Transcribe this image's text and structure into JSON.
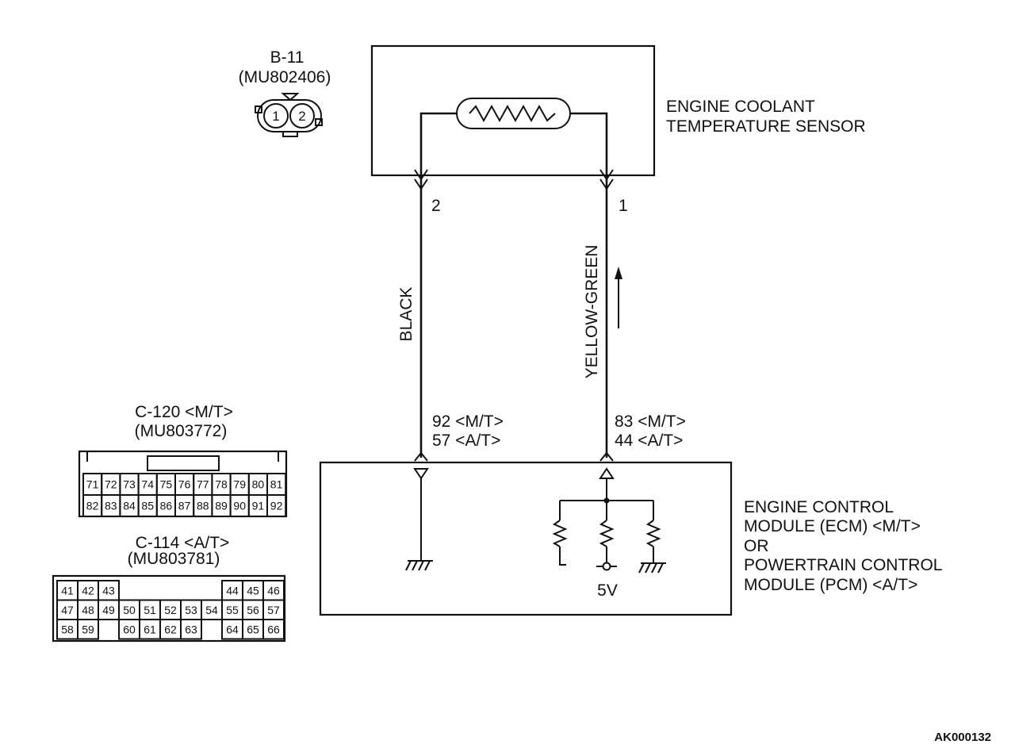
{
  "sensor_connector": {
    "id": "B-11",
    "part": "(MU802406)",
    "pin1": "1",
    "pin2": "2"
  },
  "sensor": {
    "line1": "ENGINE COOLANT",
    "line2": "TEMPERATURE SENSOR"
  },
  "wires": {
    "left": {
      "pin": "2",
      "color": "BLACK",
      "term_mt": "92 <M/T>",
      "term_at": "57 <A/T>"
    },
    "right": {
      "pin": "1",
      "color": "YELLOW-GREEN",
      "term_mt": "83 <M/T>",
      "term_at": "44 <A/T>"
    }
  },
  "module": {
    "line1": "ENGINE CONTROL",
    "line2": "MODULE (ECM) <M/T>",
    "line3": "OR",
    "line4": "POWERTRAIN CONTROL",
    "line5": "MODULE (PCM) <A/T>",
    "supply": "5V"
  },
  "c120": {
    "id": "C-120 <M/T>",
    "part": "(MU803772)",
    "row1": [
      "71",
      "72",
      "73",
      "74",
      "75",
      "76",
      "77",
      "78",
      "79",
      "80",
      "81"
    ],
    "row2": [
      "82",
      "83",
      "84",
      "85",
      "86",
      "87",
      "88",
      "89",
      "90",
      "91",
      "92"
    ]
  },
  "c114": {
    "id": "C-114 <A/T>",
    "part": "(MU803781)",
    "row1": [
      "41",
      "42",
      "43",
      "",
      "",
      "",
      "",
      "",
      "44",
      "45",
      "46"
    ],
    "row2": [
      "47",
      "48",
      "49",
      "50",
      "51",
      "52",
      "53",
      "54",
      "55",
      "56",
      "57"
    ],
    "row3": [
      "58",
      "59",
      "",
      "60",
      "61",
      "62",
      "63",
      "",
      "64",
      "65",
      "66"
    ]
  },
  "figure_code": "AK000132"
}
